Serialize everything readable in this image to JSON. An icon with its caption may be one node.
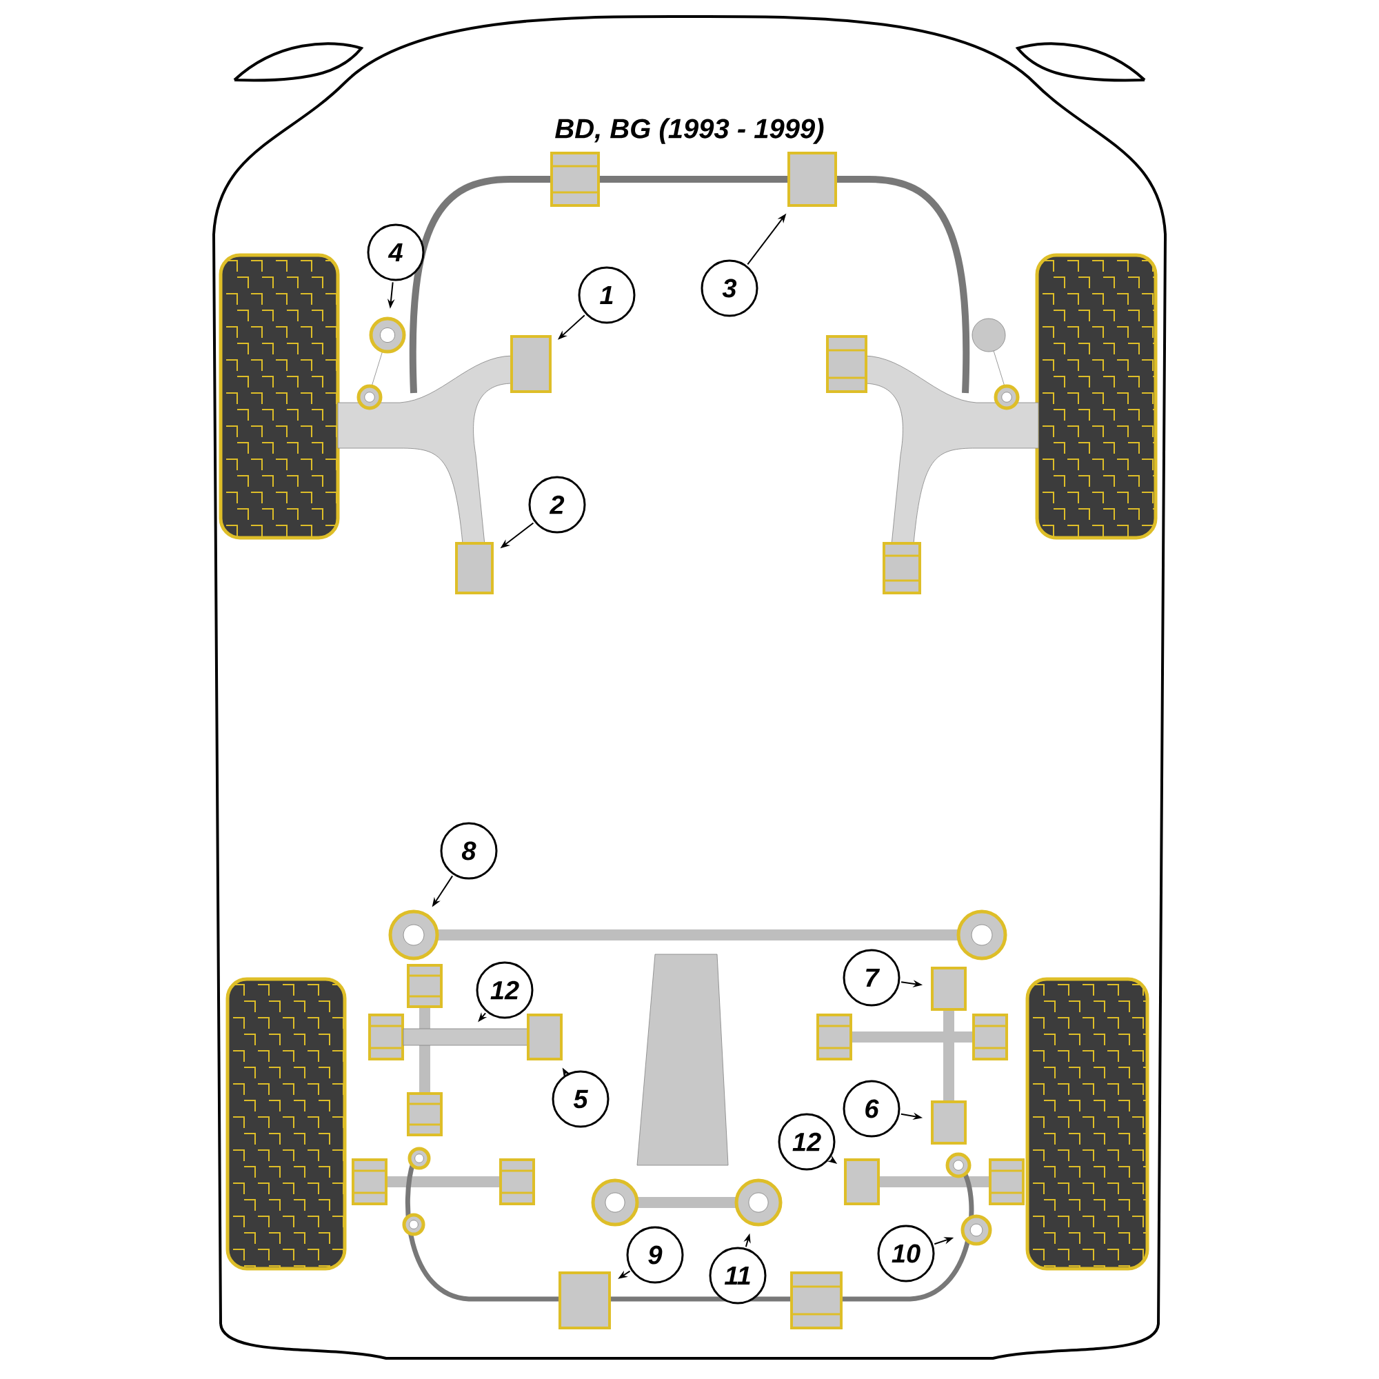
{
  "diagram": {
    "title": "BD, BG (1993 - 1999)",
    "nodes": [
      {
        "text": [
          "1"
        ]
      },
      {
        "text": [
          "2"
        ]
      },
      {
        "text": [
          "3"
        ]
      },
      {
        "text": [
          "4"
        ]
      },
      {
        "text": [
          "12"
        ]
      },
      {
        "text": [
          "5"
        ]
      },
      {
        "text": [
          "8"
        ]
      },
      {
        "text": [
          "7"
        ]
      },
      {
        "text": [
          "6"
        ]
      },
      {
        "text": [
          "12"
        ]
      },
      {
        "text": [
          "9"
        ]
      },
      {
        "text": [
          "11"
        ]
      },
      {
        "text": [
          "10"
        ]
      },
      {
        "text": [],
        "shape": "cylinder"
      },
      {
        "text": [],
        "shape": "cylinder"
      },
      {
        "text": [],
        "shape": "cylinder"
      },
      {
        "text": [],
        "shape": "circle"
      },
      {
        "text": [],
        "shape": "bar"
      },
      {
        "text": [],
        "shape": "cylinder"
      },
      {
        "text": [],
        "shape": "circle"
      },
      {
        "text": [],
        "shape": "cylinder"
      },
      {
        "text": [],
        "shape": "cylinder"
      },
      {
        "text": [],
        "shape": "cylinder"
      },
      {
        "text": [],
        "shape": "cylinder"
      },
      {
        "text": [],
        "shape": "circle"
      },
      {
        "text": [],
        "shape": "circle"
      },
      {
        "text": [],
        "shape": "circle"
      },
      {
        "text": [],
        "shape": "circle"
      }
    ],
    "edges": [
      {
        "from": 0,
        "to": 13,
        "arrow": "to"
      },
      {
        "from": 1,
        "to": 14,
        "arrow": "to"
      },
      {
        "from": 2,
        "to": 15,
        "arrow": "to"
      },
      {
        "from": 3,
        "to": 16,
        "arrow": "to"
      },
      {
        "from": 4,
        "to": 17,
        "arrow": "to"
      },
      {
        "from": 5,
        "to": 18,
        "arrow": "to"
      },
      {
        "from": 6,
        "to": 19,
        "arrow": "to"
      },
      {
        "from": 7,
        "to": 20,
        "arrow": "to"
      },
      {
        "from": 8,
        "to": 21,
        "arrow": "to"
      },
      {
        "from": 9,
        "to": 22,
        "arrow": "to"
      },
      {
        "from": 10,
        "to": 23,
        "arrow": "to"
      },
      {
        "from": 11,
        "to": 24,
        "arrow": "to"
      },
      {
        "from": 12,
        "to": 25,
        "arrow": "to"
      }
    ]
  }
}
